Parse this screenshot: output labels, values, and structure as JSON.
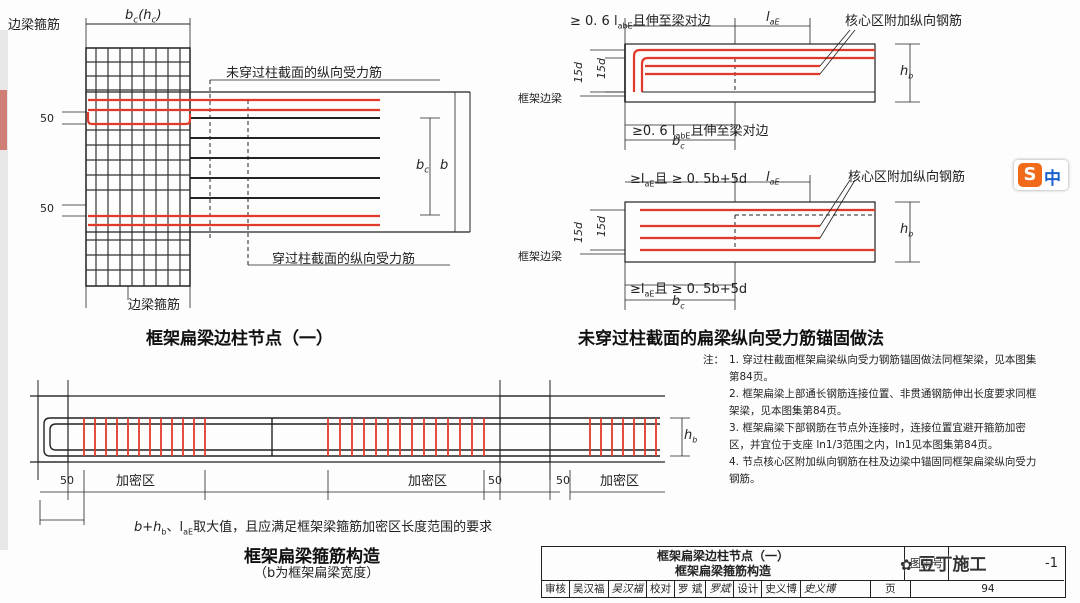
{
  "colors": {
    "rebar_red": "#e23a2a",
    "line": "#222222",
    "stirrup": "#333333",
    "logo_orange": "#f06a1a",
    "logo_blue": "#1a5fd0"
  },
  "top_left": {
    "label_edge_stirrup_top": "边梁箍筋",
    "label_bc": "b",
    "label_bc_sub": "c",
    "label_bc_paren": "(h",
    "label_bc_paren_sub": "c",
    "label_not_through_top": "未穿过柱截面的纵向受力筋",
    "label_not_through_bottom": "穿过柱截面的纵向受力筋",
    "dim_50_top": "50",
    "dim_50_bottom": "50",
    "label_bc_right": "b",
    "label_b_right": "b",
    "label_edge_stirrup_bottom": "边梁箍筋",
    "title": "框架扁梁边柱节点（一）"
  },
  "top_right": {
    "top_dim_text": "≥ 0. 6 l",
    "top_dim_text_sub": "abE",
    "top_dim_text_end": "且伸至梁对边",
    "label_laE_top": "l",
    "label_laE_top_sub": "aE",
    "label_core_top": "核心区附加纵向钢筋",
    "label_15d_a": "15d",
    "label_15d_b": "15d",
    "label_hb_top": "h",
    "label_hb_top_sub": "b",
    "label_edge_beam_top": "框架边梁",
    "mid_dim_text": "≥0. 6 l",
    "mid_dim_text_sub": "abE",
    "mid_dim_text_end": "且伸至梁对边",
    "label_bc_mid": "b",
    "label_bc_mid_sub": "c",
    "lower_dim_text": "≥l",
    "lower_dim_text_sub": "aE",
    "lower_dim_text_end": "且 ≥ 0. 5b+5d",
    "label_laE_lower": "l",
    "label_laE_lower_sub": "aE",
    "label_core_lower": "核心区附加纵向钢筋",
    "label_15d_c": "15d",
    "label_15d_d": "15d",
    "label_hb_lower": "h",
    "label_hb_lower_sub": "b",
    "label_edge_beam_lower": "框架边梁",
    "bottom_dim_text": "≥l",
    "bottom_dim_text_sub": "aE",
    "bottom_dim_text_end": "且 ≥ 0. 5b+5d",
    "label_bc_bottom": "b",
    "label_bc_bottom_sub": "c",
    "title": "未穿过柱截面的扁梁纵向受力筋锚固做法"
  },
  "bottom_left": {
    "label_hb": "h",
    "label_hb_sub": "b",
    "dim_50_a": "50",
    "zone_a": "加密区",
    "zone_b": "加密区",
    "dim_50_b": "50",
    "dim_50_c": "50",
    "zone_c": "加密区",
    "requirement": "b+h",
    "requirement_sub": "b",
    "requirement_mid": "、l",
    "requirement_mid_sub": "aE",
    "requirement_end": "取大值，且应满足框架梁箍筋加密区长度范围的要求",
    "title": "框架扁梁箍筋构造",
    "subtitle": "（b为框架扁梁宽度）"
  },
  "notes": {
    "prefix": "注：",
    "items": [
      "1. 穿过柱截面框架扁梁纵向受力钢筋锚固做法同框架梁，见本图集第84页。",
      "2. 框架扁梁上部通长钢筋连接位置、非贯通钢筋伸出长度要求同框架梁，见本图集第84页。",
      "3. 框架扁梁下部钢筋在节点外连接时，连接位置宜避开箍筋加密区，并宜位于支座 ln1/3范围之内，ln1见本图集第84页。",
      "4. 节点核心区附加纵向钢筋在柱及边梁中锚固同框架扁梁纵向受力钢筋。"
    ]
  },
  "title_block": {
    "line1": "框架扁梁边柱节点（一）",
    "line2": "框架扁梁箍筋构造",
    "atlas_label": "图集号",
    "atlas_no": "-1",
    "review": "审核",
    "review_name": "吴汉福",
    "review_sign": "吴汉福",
    "check": "校对",
    "check_name": "罗 斌",
    "check_sign": "罗斌",
    "design": "设计",
    "design_name": "史义博",
    "design_sign": "史义博",
    "page_label": "页",
    "page_no": "94"
  },
  "logo": {
    "s": "S",
    "zh": "中"
  },
  "watermark": "豆丁施工"
}
